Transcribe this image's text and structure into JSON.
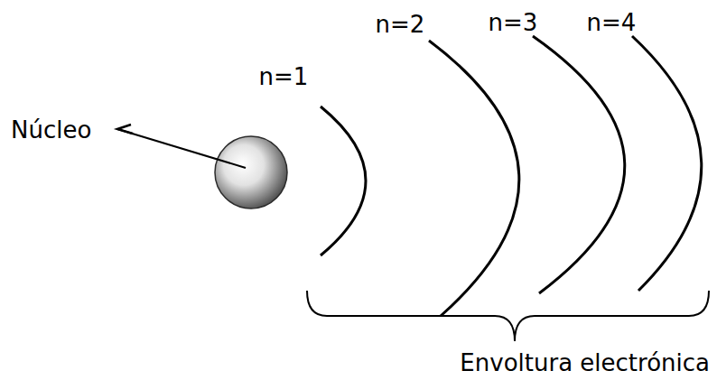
{
  "diagram": {
    "labels": [
      "Núcleo",
      "n=1",
      "n=2",
      "n=3",
      "n=4",
      "Envoltura electrónica"
    ]
  }
}
